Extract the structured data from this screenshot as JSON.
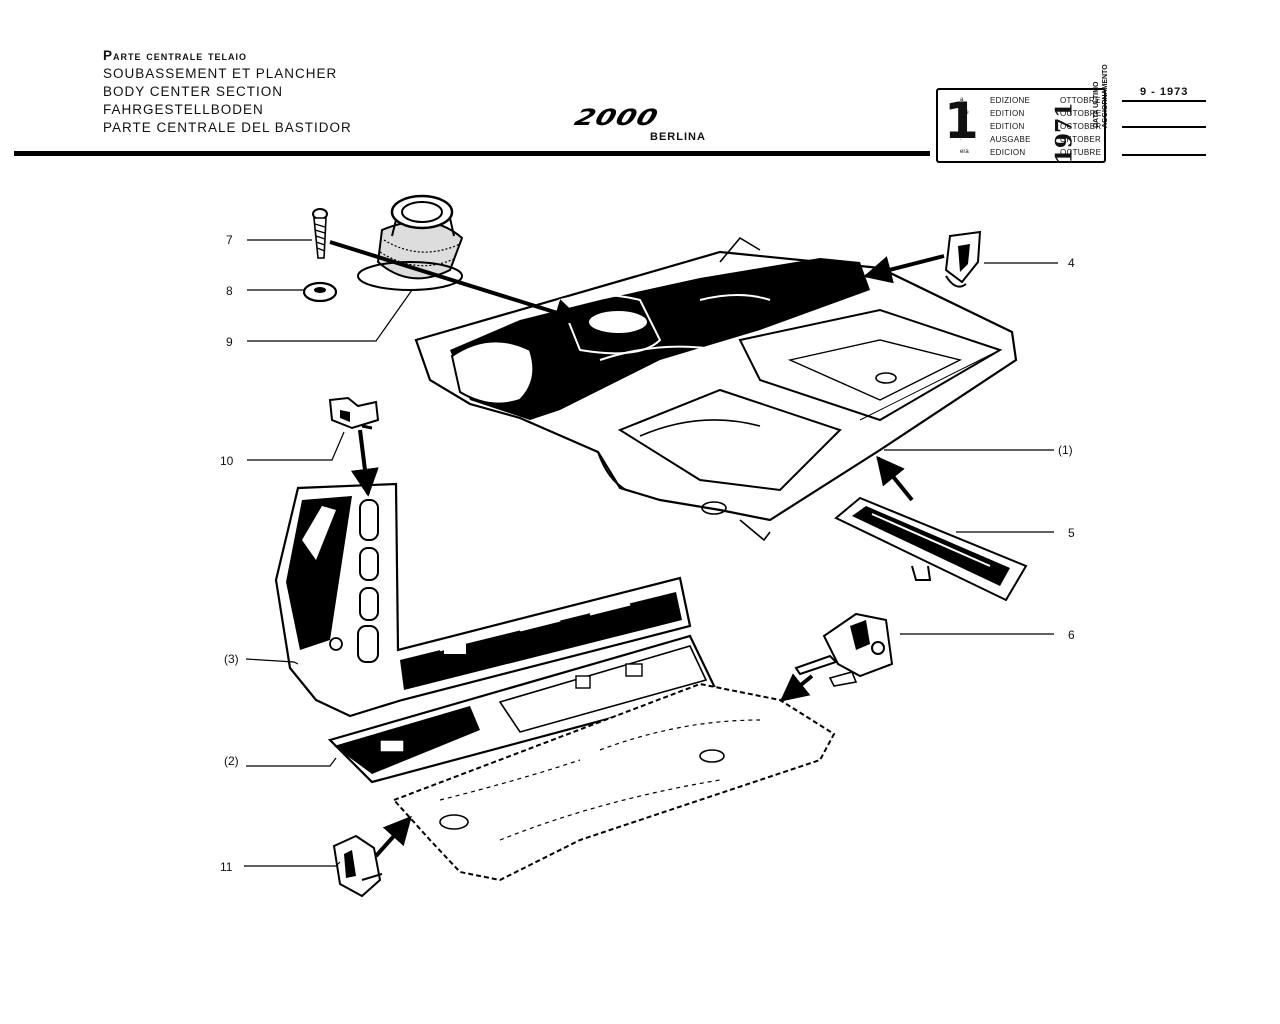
{
  "header": {
    "titles": [
      "Parte centrale telaio",
      "SOUBASSEMENT ET PLANCHER",
      "BODY CENTER SECTION",
      "FAHRGESTELLBODEN",
      "PARTE CENTRALE DEL BASTIDOR"
    ],
    "logo": "2000",
    "logo_sub": "BERLINA"
  },
  "edition": {
    "number": "1",
    "suffixes": [
      "a",
      "ere",
      "st",
      ".",
      "era"
    ],
    "words": [
      "EDIZIONE",
      "EDITION",
      "EDITION",
      "AUSGABE",
      "EDICION"
    ],
    "year": "1971",
    "months": [
      "OTTOBRE",
      "OCTOBRE",
      "OCTOBER",
      "OKTOBER",
      "OCTUBRE"
    ],
    "update_label_1": "DATA ULTIMO",
    "update_label_2": "AGGIORNAMENTO",
    "update_date": "9 - 1973"
  },
  "callouts": {
    "c7": "7",
    "c8": "8",
    "c9": "9",
    "c4": "4",
    "c10": "10",
    "c1": "(1)",
    "c5": "5",
    "c6": "6",
    "c3": "(3)",
    "c2": "(2)",
    "c11": "11"
  }
}
